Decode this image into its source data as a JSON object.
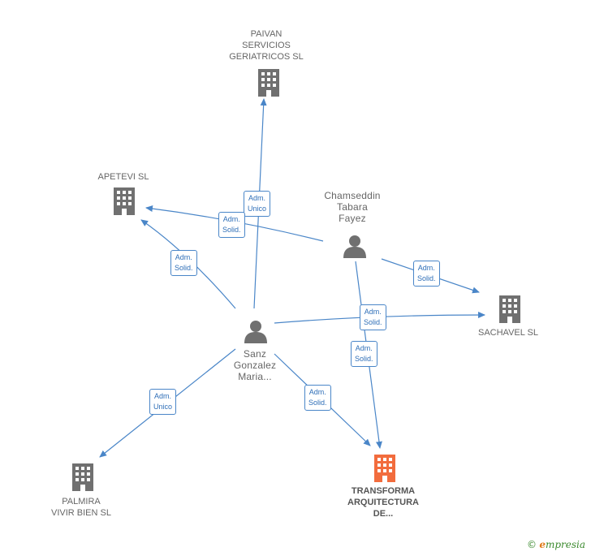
{
  "nodes": {
    "paivan": {
      "label": "PAIVAN\nSERVICIOS\nGERIATRICOS SL",
      "kind": "company",
      "color": "#707070"
    },
    "apetevi": {
      "label": "APETEVI  SL",
      "kind": "company",
      "color": "#707070"
    },
    "chamseddin": {
      "label": "Chamseddin\nTabara\nFayez",
      "kind": "person",
      "color": "#707070"
    },
    "sachavel": {
      "label": "SACHAVEL SL",
      "kind": "company",
      "color": "#707070"
    },
    "sanz": {
      "label": "Sanz\nGonzalez\nMaria...",
      "kind": "person",
      "color": "#707070"
    },
    "palmira": {
      "label": "PALMIRA\nVIVIR BIEN SL",
      "kind": "company",
      "color": "#707070"
    },
    "transforma": {
      "label": "TRANSFORMA\nARQUITECTURA\nDE...",
      "kind": "company",
      "color": "#f26c3d"
    }
  },
  "edges": [
    {
      "from": "sanz",
      "to": "paivan",
      "label": "Adm.\nUnico"
    },
    {
      "from": "chamseddin",
      "to": "apetevi",
      "label": "Adm.\nSolid."
    },
    {
      "from": "sanz",
      "to": "apetevi",
      "label": "Adm.\nSolid."
    },
    {
      "from": "chamseddin",
      "to": "sachavel",
      "label": "Adm.\nSolid."
    },
    {
      "from": "sanz",
      "to": "sachavel",
      "label": "Adm.\nSolid."
    },
    {
      "from": "chamseddin",
      "to": "transforma",
      "label": "Adm.\nSolid."
    },
    {
      "from": "sanz",
      "to": "transforma",
      "label": "Adm.\nSolid."
    },
    {
      "from": "sanz",
      "to": "palmira",
      "label": "Adm.\nUnico"
    }
  ],
  "footer": {
    "copyright": "©",
    "brand_initial": "e",
    "brand_rest": "mpresia"
  },
  "colors": {
    "edge": "#4a86c8",
    "icon": "#707070",
    "highlight": "#f26c3d"
  }
}
